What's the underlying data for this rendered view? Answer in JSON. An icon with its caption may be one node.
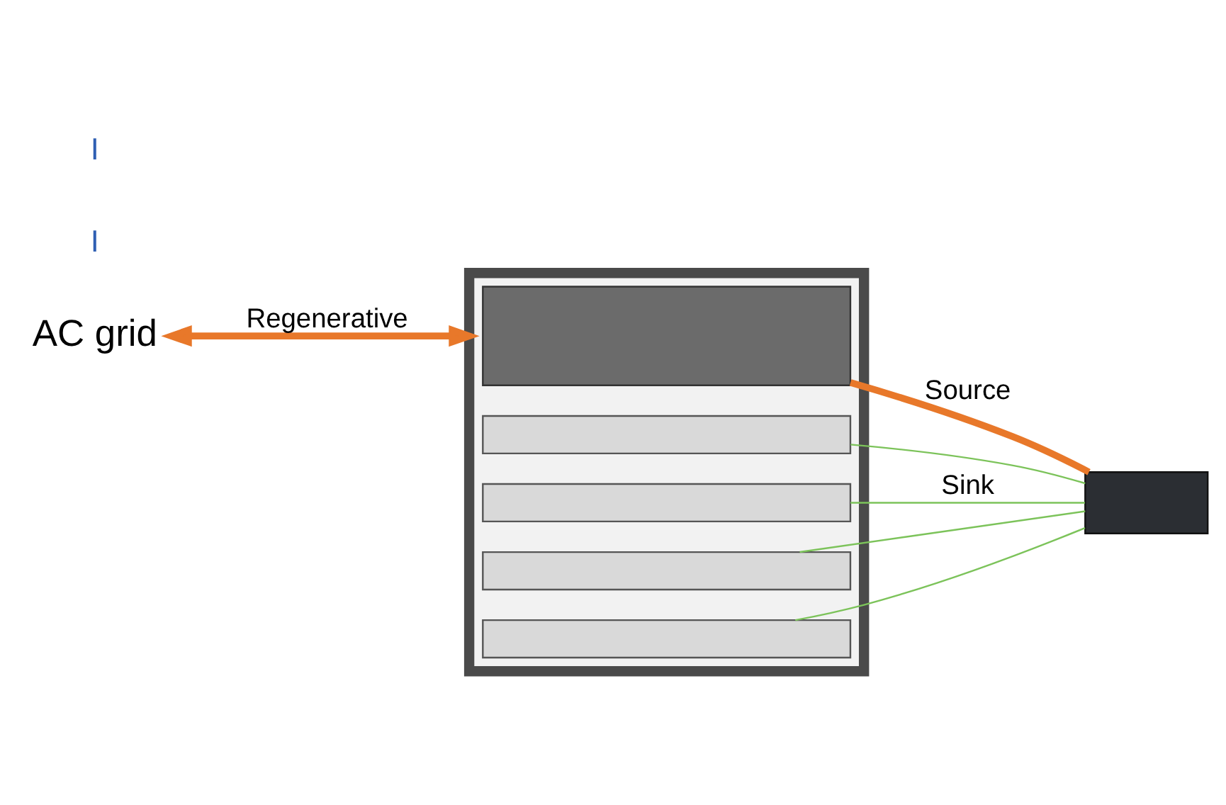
{
  "diagram": {
    "nodes": [
      {
        "text": [
          "AC grid"
        ]
      },
      {
        "text": [],
        "shape": "box"
      },
      {
        "text": [],
        "shape": "box",
        "in": 1
      },
      {
        "text": [],
        "shape": "box",
        "in": 1
      },
      {
        "text": [],
        "shape": "box",
        "in": 1
      },
      {
        "text": [],
        "shape": "box",
        "in": 1
      },
      {
        "text": [],
        "shape": "box",
        "in": 1
      },
      {
        "text": [],
        "shape": "box"
      }
    ],
    "edges": [
      {
        "from": 0,
        "to": 1,
        "arrow": "both",
        "label": "Regenerative",
        "style": "thick",
        "color": "#e8782a"
      },
      {
        "from": 2,
        "to": 7,
        "arrow": "none",
        "label": "Source",
        "style": "thick",
        "color": "#e8782a"
      },
      {
        "from": 3,
        "to": 7,
        "arrow": "none",
        "color": "#7cc35a"
      },
      {
        "from": 4,
        "to": 7,
        "arrow": "none",
        "label": "Sink",
        "color": "#7cc35a"
      },
      {
        "from": 5,
        "to": 7,
        "arrow": "none",
        "color": "#7cc35a"
      },
      {
        "from": 6,
        "to": 7,
        "arrow": "none",
        "color": "#7cc35a"
      }
    ],
    "labels": [
      "I",
      "I"
    ]
  }
}
